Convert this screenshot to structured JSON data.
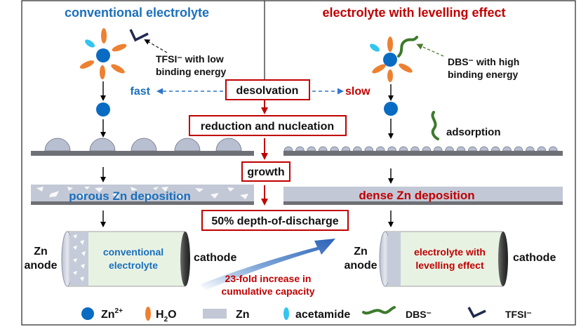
{
  "left_title": "conventional electrolyte",
  "right_title": "electrolyte with levelling effect",
  "tfsi_note": {
    "line1": "TFSI⁻ with low",
    "line2": "binding energy"
  },
  "dbs_note": {
    "line1": "DBS⁻ with high",
    "line2": "binding energy"
  },
  "steps": {
    "desolvation": "desolvation",
    "reduction": "reduction and nucleation",
    "growth": "growth",
    "discharge": "50% depth-of-discharge"
  },
  "fast_label": "fast",
  "slow_label": "slow",
  "adsorption_label": "adsorption",
  "porous_label": "porous Zn deposition",
  "dense_label": "dense Zn deposition",
  "left_cell": {
    "anode_line1": "Zn",
    "anode_line2": "anode",
    "electrolyte_line1": "conventional",
    "electrolyte_line2": "electrolyte",
    "cathode": "cathode"
  },
  "right_cell": {
    "anode_line1": "Zn",
    "anode_line2": "anode",
    "electrolyte_line1": "electrolyte with",
    "electrolyte_line2": "levelling effect",
    "cathode": "cathode"
  },
  "capacity_note": {
    "line1": "23-fold increase in",
    "line2": "cumulative capacity"
  },
  "legend": {
    "zn2": "Zn",
    "zn2_sup": "2+",
    "h2o_h": "H",
    "h2o_sub": "2",
    "h2o_o": "O",
    "zn": "Zn",
    "acetamide": "acetamide",
    "dbs": "DBS⁻",
    "tfsi": "TFSI⁻"
  },
  "colors": {
    "blue_title": "#1a6fbd",
    "red_title": "#c00000",
    "zn_ion": "#0a6bc2",
    "water": "#ed8132",
    "acetamide": "#33c5f0",
    "dbs": "#3c7a2c",
    "tfsi": "#1f2a4e",
    "deposit": "#c8ccd9",
    "substrate": "#6f7075",
    "electrolyte_bg": "#e8f2e3",
    "box_border": "#c00000"
  }
}
